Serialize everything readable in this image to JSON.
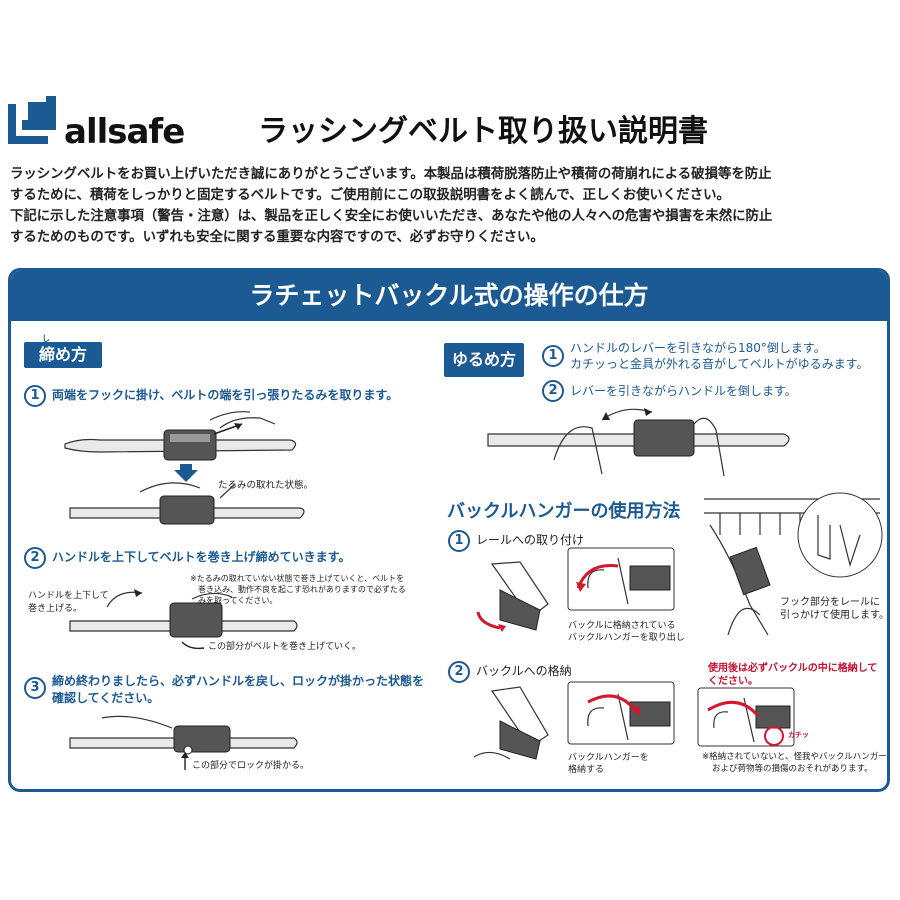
{
  "header": {
    "brand": "allsafe",
    "title": "ラッシングベルト取り扱い説明書"
  },
  "intro": [
    "ラッシングベルトをお買い上げいただき誠にありがとうございます。本製品は積荷脱落防止や積荷の荷崩れによる破損等を防止",
    "するために、積荷をしっかりと固定するベルトです。ご使用前にこの取扱説明書をよく読んで、正しくお使いください。",
    "下記に示した注意事項（警告・注意）は、製品を正しく安全にお使いいただき、あなたや他の人々への危害や損害を未然に防止",
    "するためのものです。いずれも安全に関する重要な内容ですので、必ずお守りください。"
  ],
  "panel": {
    "title": "ラチェットバックル式の操作の仕方",
    "tighten": {
      "tag": "締め方",
      "ruby": "し",
      "steps": [
        {
          "num": "1",
          "text": "両端をフックに掛け、ベルトの端を引っ張りたるみを取ります。"
        },
        {
          "num": "2",
          "text": "ハンドルを上下してベルトを巻き上げ締めていきます。"
        },
        {
          "num": "3",
          "text": "締め終わりましたら、必ずハンドルを戻し、ロックが掛かった状態を",
          "text2": "確認してください。"
        }
      ],
      "caption_slack": "たるみの取れた状態。",
      "caption_handle": [
        "ハンドルを上下して",
        "巻き上げる。"
      ],
      "caution": [
        "※たるみの取れていない状態で巻き上げていくと、ベルトを",
        "巻き込み、動作不良を起こす恐れがありますので必ずたる",
        "みを取ってください。"
      ],
      "caption_wind": "この部分がベルトを巻き上げていく。",
      "caption_lock": "この部分でロックが掛かる。"
    },
    "loosen": {
      "tag": "ゆるめ方",
      "steps": [
        {
          "num": "1",
          "text": "ハンドルのレバーを引きながら180°倒します。",
          "text2": "カチッっと金具が外れる音がしてベルトがゆるみます。"
        },
        {
          "num": "2",
          "text": "レバーを引きながらハンドルを倒します。"
        }
      ]
    },
    "hanger": {
      "title": "バックルハンガーの使用方法",
      "steps": [
        {
          "num": "1",
          "text": "レールへの取り付け"
        },
        {
          "num": "2",
          "text": "バックルへの格納"
        }
      ],
      "caption_remove": [
        "バックルに格納されている",
        "バックルハンガーを取り出し"
      ],
      "caption_hook": [
        "フック部分をレールに",
        "引っかけて使用します。"
      ],
      "caption_store": [
        "バックルハンガーを",
        "格納する"
      ],
      "warning": [
        "使用後は必ずバックルの中に格納して",
        "ください。"
      ],
      "click_label": "カチッ",
      "footnote": [
        "※格納されていないと、怪我やバックルハンガー",
        "および荷物等の損傷のおそれがあります。"
      ]
    }
  },
  "colors": {
    "accent": "#1c5a93",
    "warning": "#c8102e"
  }
}
